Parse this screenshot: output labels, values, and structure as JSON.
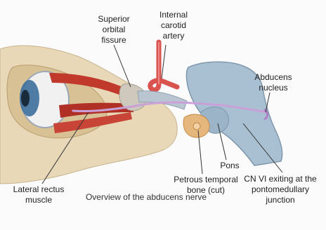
{
  "figure": {
    "labels": {
      "superior_orbital_fissure": [
        "Superior",
        "orbital",
        "fissure"
      ],
      "internal_carotid_artery": [
        "Internal",
        "carotid",
        "artery"
      ],
      "abducens_nucleus": [
        "Abducens",
        "nucleus"
      ],
      "pons": "Pons",
      "petrous_temporal_bone": [
        "Petrous temporal",
        "bone (cut)"
      ],
      "lateral_rectus_muscle": [
        "Lateral rectus",
        "muscle"
      ],
      "cn_vi_exit": [
        "CN VI exiting at the",
        "pontomedullary",
        "junction"
      ]
    },
    "caption": "Overview of the abducens nerve"
  },
  "colors": {
    "skull": "#e8d8b8",
    "muscle": "#c0392b",
    "brainstem": "#a9c0d2",
    "nerve": "#c9a0d8",
    "artery": "#d9534f"
  }
}
